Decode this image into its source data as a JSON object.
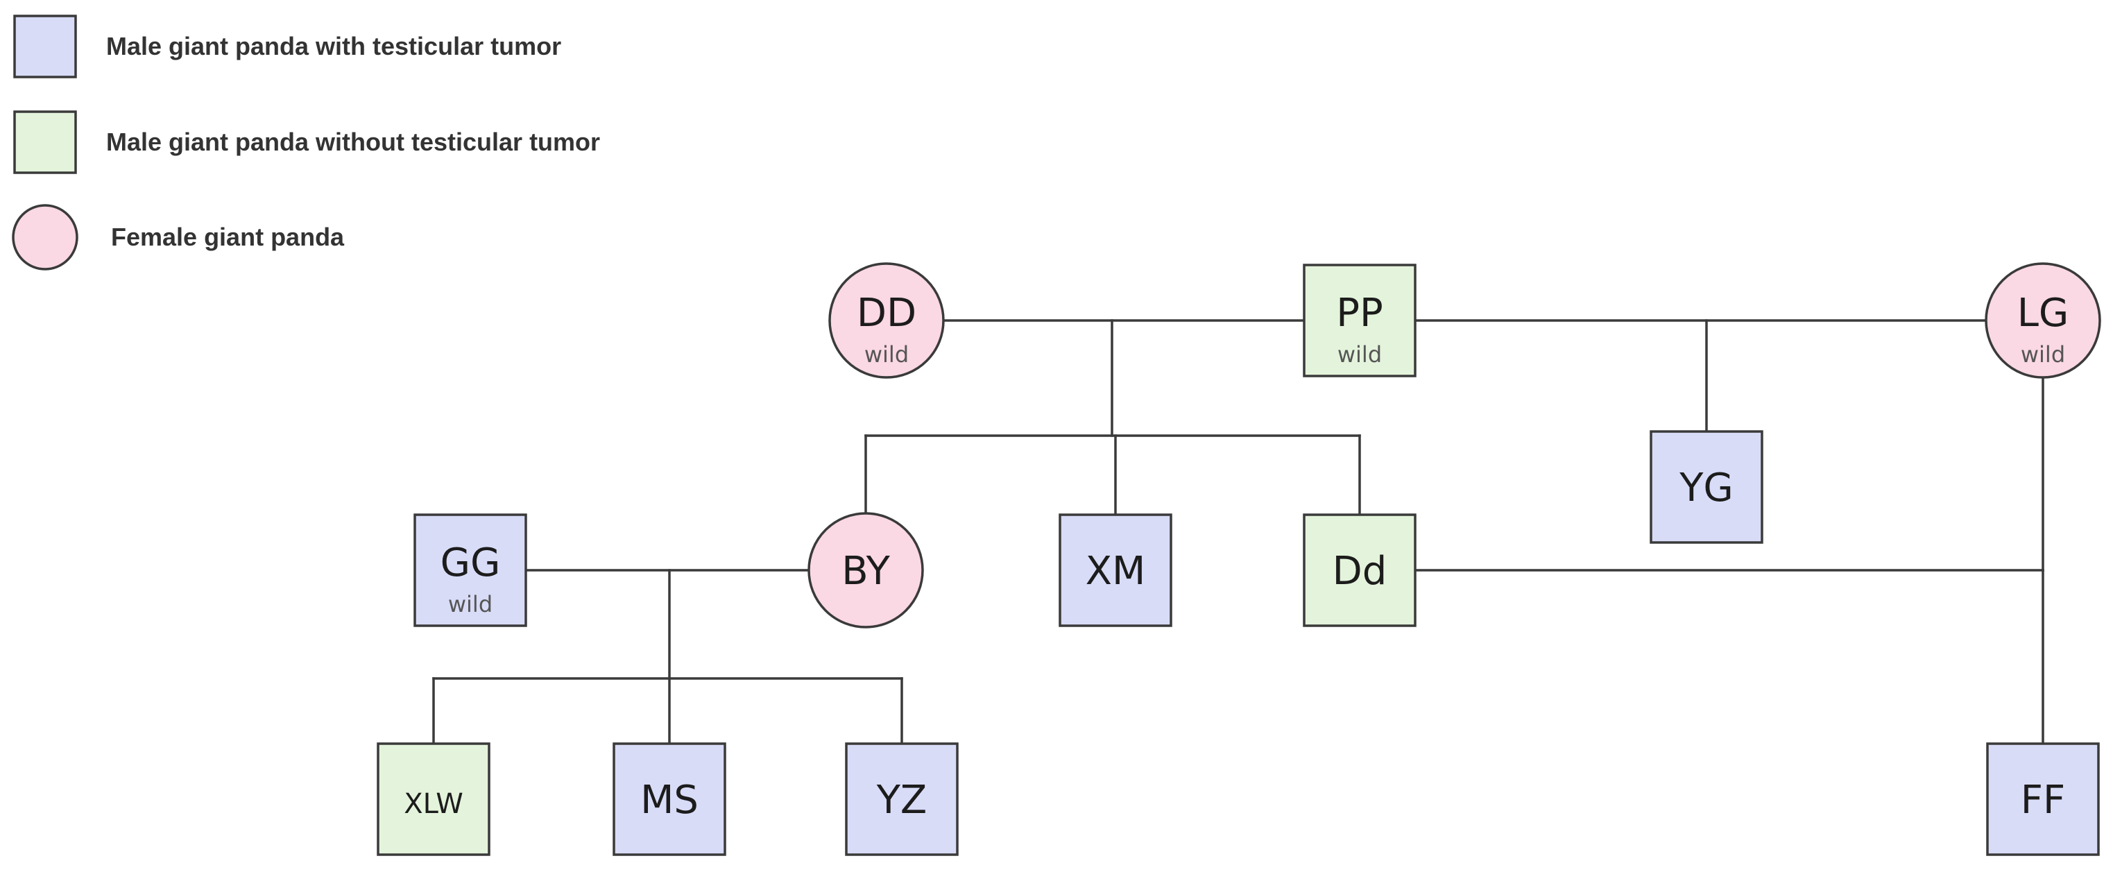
{
  "colors": {
    "tumor_male": "#d8dcf7",
    "no_tumor_male": "#e4f4dc",
    "female": "#fad8e4",
    "line": "#3a3a3a"
  },
  "legend": [
    {
      "id": "tumor_male",
      "shape": "square",
      "label": "Male giant panda with testicular tumor"
    },
    {
      "id": "no_tumor_male",
      "shape": "square",
      "label": "Male giant panda without testicular tumor"
    },
    {
      "id": "female",
      "shape": "circle",
      "label": "Female giant panda"
    }
  ],
  "individuals": [
    {
      "id": "DD",
      "label": "DD",
      "note": "wild",
      "sex": "female",
      "category": "female"
    },
    {
      "id": "PP",
      "label": "PP",
      "note": "wild",
      "sex": "male",
      "category": "no_tumor_male"
    },
    {
      "id": "LG",
      "label": "LG",
      "note": "wild",
      "sex": "female",
      "category": "female"
    },
    {
      "id": "YG",
      "label": "YG",
      "note": "",
      "sex": "male",
      "category": "tumor_male"
    },
    {
      "id": "GG",
      "label": "GG",
      "note": "wild",
      "sex": "male",
      "category": "tumor_male"
    },
    {
      "id": "BY",
      "label": "BY",
      "note": "",
      "sex": "female",
      "category": "female"
    },
    {
      "id": "XM",
      "label": "XM",
      "note": "",
      "sex": "male",
      "category": "tumor_male"
    },
    {
      "id": "Dd",
      "label": "Dd",
      "note": "",
      "sex": "male",
      "category": "no_tumor_male"
    },
    {
      "id": "XLW",
      "label": "XLW",
      "note": "",
      "sex": "male",
      "category": "no_tumor_male"
    },
    {
      "id": "MS",
      "label": "MS",
      "note": "",
      "sex": "male",
      "category": "tumor_male"
    },
    {
      "id": "YZ",
      "label": "YZ",
      "note": "",
      "sex": "male",
      "category": "tumor_male"
    },
    {
      "id": "FF",
      "label": "FF",
      "note": "",
      "sex": "male",
      "category": "tumor_male"
    }
  ],
  "matings": [
    {
      "id": "DD-PP",
      "partners": [
        "DD",
        "PP"
      ],
      "offspring": [
        "BY",
        "XM",
        "Dd"
      ]
    },
    {
      "id": "PP-LG",
      "partners": [
        "PP",
        "LG"
      ],
      "offspring": [
        "YG"
      ]
    },
    {
      "id": "GG-BY",
      "partners": [
        "GG",
        "BY"
      ],
      "offspring": [
        "XLW",
        "MS",
        "YZ"
      ]
    },
    {
      "id": "Dd-LG",
      "partners": [
        "Dd",
        "LG"
      ],
      "offspring": [
        "FF"
      ]
    }
  ]
}
